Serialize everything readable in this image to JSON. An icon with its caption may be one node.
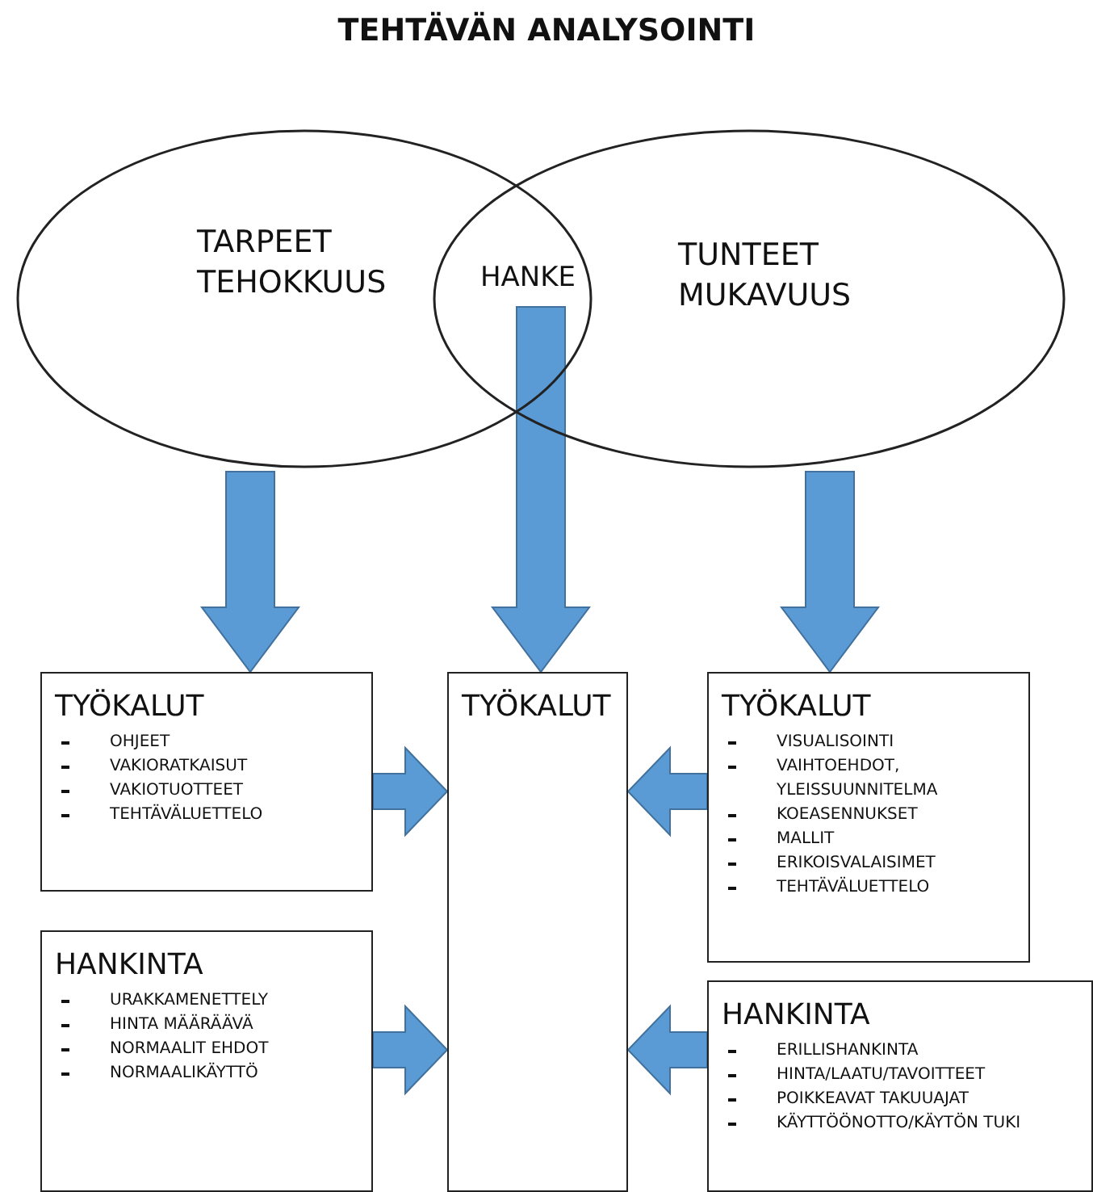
{
  "diagram": {
    "title": "TEHTÄVÄN ANALYSOINTI",
    "nodes": [
      {
        "text": [
          "TARPEET TEHOKKUUS"
        ]
      },
      {
        "text": [
          "HANKE"
        ]
      },
      {
        "text": [
          "TUNTEET MUKAVUUS"
        ]
      },
      {
        "text": [
          "TYÖKALUT",
          "OHJEET",
          "VAKIORATKAISUT",
          "VAKIOTUOTTEET",
          "TEHTÄVÄLUETTELO"
        ]
      },
      {
        "text": [
          "TYÖKALUT"
        ]
      },
      {
        "text": [
          "TYÖKALUT",
          "VISUALISOINTI",
          "VAIHTOEHDOT, YLEISSUUNNITELMA",
          "KOEASENNUKSET",
          "MALLIT",
          "ERIKOISVALAISIMET",
          "TEHTÄVÄLUETTELO"
        ]
      },
      {
        "text": [
          "HANKINTA",
          "URAKKAMENETTELY",
          "HINTA MÄÄRÄÄVÄ",
          "NORMAALIT EHDOT",
          "NORMAALIKÄYTTÖ"
        ]
      },
      {
        "text": [
          "HANKINTA",
          "ERILLISHANKINTA",
          "HINTA/LAATU/TAVOITTEET",
          "POIKKEAVAT TAKUUAJAT",
          "KÄYTTÖÖNOTTO/KÄYTÖN TUKI"
        ]
      }
    ],
    "edges": [
      {
        "from": 0,
        "to": 3,
        "arrow": "to",
        "style": "thick"
      },
      {
        "from": 1,
        "to": 4,
        "arrow": "to",
        "style": "thick"
      },
      {
        "from": 2,
        "to": 5,
        "arrow": "to",
        "style": "thick"
      },
      {
        "from": 3,
        "to": 4,
        "arrow": "to",
        "style": "thick"
      },
      {
        "from": 5,
        "to": 4,
        "arrow": "to",
        "style": "thick"
      },
      {
        "from": 6,
        "to": 4,
        "arrow": "to",
        "style": "thick"
      },
      {
        "from": 7,
        "to": 4,
        "arrow": "to",
        "style": "thick"
      }
    ]
  }
}
